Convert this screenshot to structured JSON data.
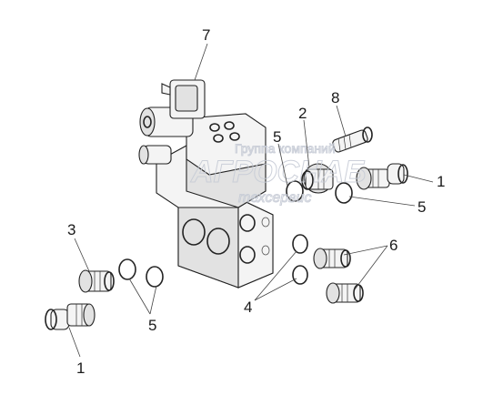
{
  "callouts": {
    "c7": "7",
    "c8": "8",
    "c2": "2",
    "c5_top": "5",
    "c1_right": "1",
    "c5_right": "5",
    "c6": "6",
    "c4": "4",
    "c3": "3",
    "c5_bottom": "5",
    "c1_bottom": "1"
  },
  "watermark": {
    "line1": "Группа компаний",
    "line2": "АГРОСНАБ",
    "line3": "техсервис"
  }
}
